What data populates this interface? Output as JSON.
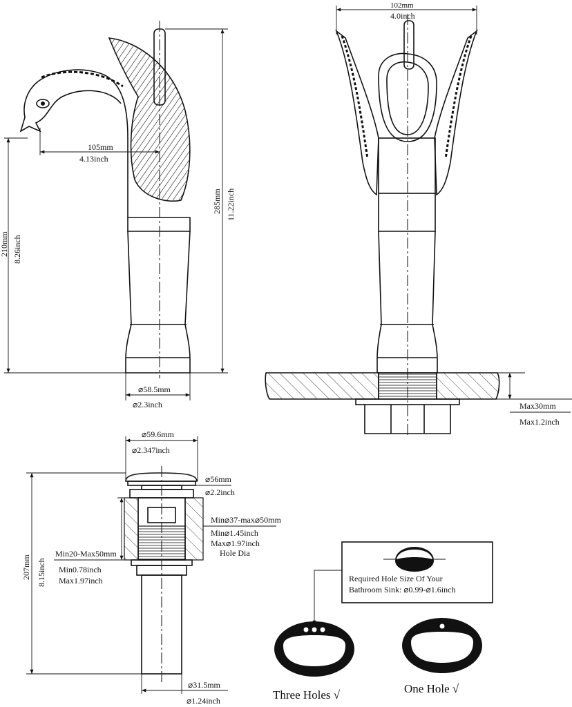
{
  "side_view": {
    "spout_reach": [
      "105mm",
      "4.13inch"
    ],
    "total_height": [
      "285mm",
      "11.22inch"
    ],
    "spout_height": [
      "210mm",
      "8.26inch"
    ],
    "base_diameter": [
      "⌀58.5mm",
      "⌀2.3inch"
    ]
  },
  "front_view": {
    "width": [
      "102mm",
      "4.0inch"
    ],
    "deck_thickness": [
      "Max30mm",
      "Max1.2inch"
    ]
  },
  "drain": {
    "cap_diameter": [
      "⌀59.6mm",
      "⌀2.347inch"
    ],
    "flange_diameter": [
      "⌀56mm",
      "⌀2.2inch"
    ],
    "hole_dia": [
      "Min⌀37-max⌀50mm",
      "Min⌀1.45inch",
      "Max⌀1.97inch",
      "Hole Dia"
    ],
    "thickness": [
      "Min20-Max50mm",
      "Min0.78inch",
      "Max1.97inch"
    ],
    "height": [
      "207mm",
      "8.15inch"
    ],
    "tail_diameter": [
      "⌀31.5mm",
      "⌀1.24inch"
    ]
  },
  "hole_info": {
    "line1": "Required Hole Size Of Your",
    "line2": "Bathroom Sink: ⌀0.99-⌀1.6inch"
  },
  "sinks": {
    "three_holes": "Three Holes √",
    "one_hole": "One Hole  √"
  }
}
